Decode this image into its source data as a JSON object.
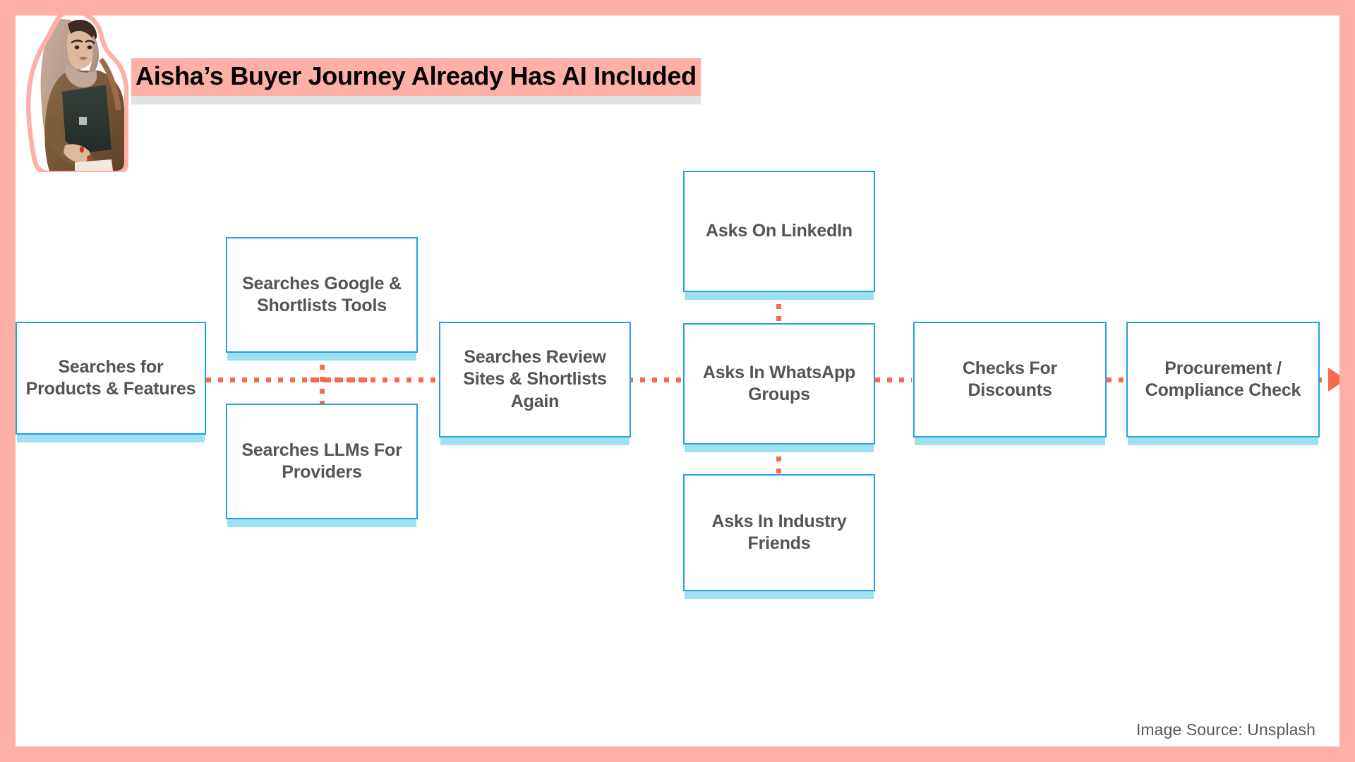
{
  "slide": {
    "title": "Aisha’s Buyer Journey Already Has AI Included",
    "image_source": "Image Source: Unsplash",
    "frame_color": "#ffb0a6",
    "title_highlight_color": "#ffb0a6",
    "title_shadow_color": "#e2e2e2",
    "node_border_color": "#21a1e8",
    "node_shadow_color": "#9ce0f2",
    "connector_color": "#f96a4d",
    "node_text_color": "#545454",
    "background_color": "#ffffff"
  },
  "person": {
    "alt": "Woman in hijab holding a laptop",
    "outline_color": "#ffb0a6"
  },
  "flow": {
    "nodes": [
      {
        "id": "searches-products-features",
        "label": "Searches for Products & Features"
      },
      {
        "id": "searches-google-shortlists",
        "label": "Searches Google & Shortlists Tools"
      },
      {
        "id": "searches-llms-providers",
        "label": "Searches LLMs For Providers"
      },
      {
        "id": "searches-review-sites",
        "label": "Searches Review Sites & Shortlists Again"
      },
      {
        "id": "asks-on-linkedin",
        "label": "Asks On LinkedIn"
      },
      {
        "id": "asks-in-whatsapp-groups",
        "label": "Asks In WhatsApp Groups"
      },
      {
        "id": "asks-in-industry-friends",
        "label": "Asks In Industry Friends"
      },
      {
        "id": "checks-for-discounts",
        "label": "Checks For Discounts"
      },
      {
        "id": "procurement-compliance-check",
        "label": "Procurement / Compliance Check"
      }
    ],
    "connectors": [
      {
        "id": "conn-1",
        "from": "searches-products-features",
        "to": "searches-google-shortlists",
        "style": "dotted-horizontal"
      },
      {
        "id": "conn-2",
        "from": "searches-google-shortlists",
        "to": "searches-llms-providers",
        "style": "dotted-vertical"
      },
      {
        "id": "conn-3",
        "from": "searches-llms-providers",
        "to": "searches-review-sites",
        "style": "dotted-horizontal"
      },
      {
        "id": "conn-4",
        "from": "searches-review-sites",
        "to": "asks-in-whatsapp-groups",
        "style": "dotted-horizontal"
      },
      {
        "id": "conn-5",
        "from": "asks-on-linkedin",
        "to": "asks-in-whatsapp-groups",
        "style": "dotted-vertical"
      },
      {
        "id": "conn-6",
        "from": "asks-in-whatsapp-groups",
        "to": "asks-in-industry-friends",
        "style": "dotted-vertical"
      },
      {
        "id": "conn-7",
        "from": "asks-in-whatsapp-groups",
        "to": "checks-for-discounts",
        "style": "dotted-horizontal"
      },
      {
        "id": "conn-8",
        "from": "checks-for-discounts",
        "to": "procurement-compliance-check",
        "style": "dotted-horizontal"
      },
      {
        "id": "conn-9",
        "from": "procurement-compliance-check",
        "to": "end",
        "style": "dotted-horizontal-arrow"
      }
    ]
  }
}
